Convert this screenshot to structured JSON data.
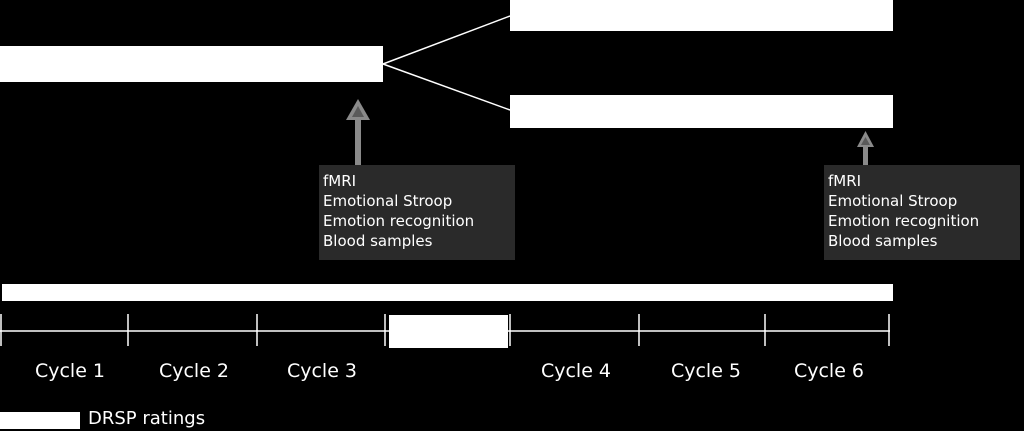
{
  "colors": {
    "background": "#000000",
    "bar": "#ffffff",
    "infobox_bg": "#2a2a2a",
    "arrow": "#8a8a8a"
  },
  "info_boxes": [
    {
      "items": [
        "fMRI",
        "Emotional Stroop",
        "Emotion recognition",
        "Blood samples"
      ]
    },
    {
      "items": [
        "fMRI",
        "Emotional Stroop",
        "Emotion recognition",
        "Blood samples"
      ]
    }
  ],
  "cycles": [
    "Cycle 1",
    "Cycle 2",
    "Cycle 3",
    "Cycle 4",
    "Cycle 5",
    "Cycle 6"
  ],
  "legend": {
    "label": "DRSP ratings"
  },
  "icons": [
    "up-arrow-icon",
    "up-arrow-icon"
  ]
}
